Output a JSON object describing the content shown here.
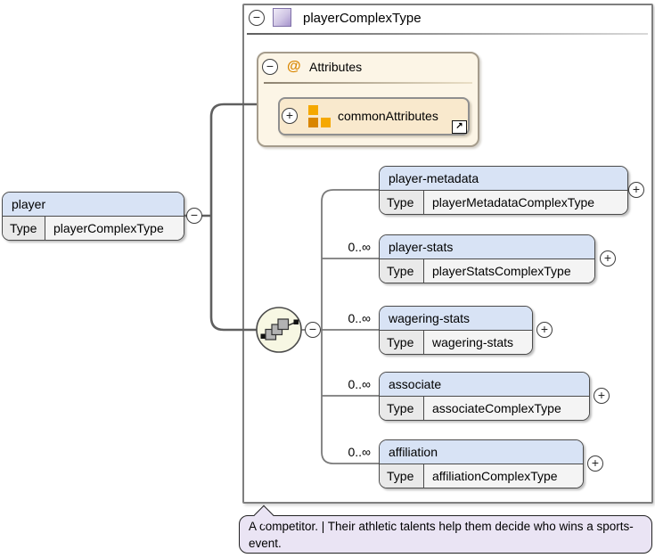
{
  "complex_type": {
    "title": "playerComplexType"
  },
  "attributes_section": {
    "at_symbol": "@",
    "label": "Attributes",
    "item_name": "commonAttributes"
  },
  "root_element": {
    "name": "player",
    "type_label": "Type",
    "type_value": "playerComplexType"
  },
  "children": [
    {
      "name": "player-metadata",
      "type_label": "Type",
      "type_value": "playerMetadataComplexType"
    },
    {
      "name": "player-stats",
      "type_label": "Type",
      "type_value": "playerStatsComplexType",
      "occurrence": "0..∞"
    },
    {
      "name": "wagering-stats",
      "type_label": "Type",
      "type_value": "wagering-stats",
      "occurrence": "0..∞"
    },
    {
      "name": "associate",
      "type_label": "Type",
      "type_value": "associateComplexType",
      "occurrence": "0..∞"
    },
    {
      "name": "affiliation",
      "type_label": "Type",
      "type_value": "affiliationComplexType",
      "occurrence": "0..∞"
    }
  ],
  "icons": {
    "collapse": "−",
    "expand": "+",
    "reference_arrow": "↗"
  },
  "annotation": {
    "text": "A competitor. | Their athletic talents help them decide who wins a sports-event."
  },
  "colors": {
    "element_header": "#D8E3F5",
    "row_bg": "#F4F4F4",
    "label_cell_bg": "#E9E9E9",
    "attributes_box_bg": "#FCF5E6",
    "attribute_item_bg": "#F9E9CD",
    "orange_accent": "#E69500",
    "purple_icon": "#A694CC",
    "annotation_bg": "#EAE4F4",
    "connector": "#6B6B6B",
    "sequence_fill": "#F7F7E3"
  }
}
